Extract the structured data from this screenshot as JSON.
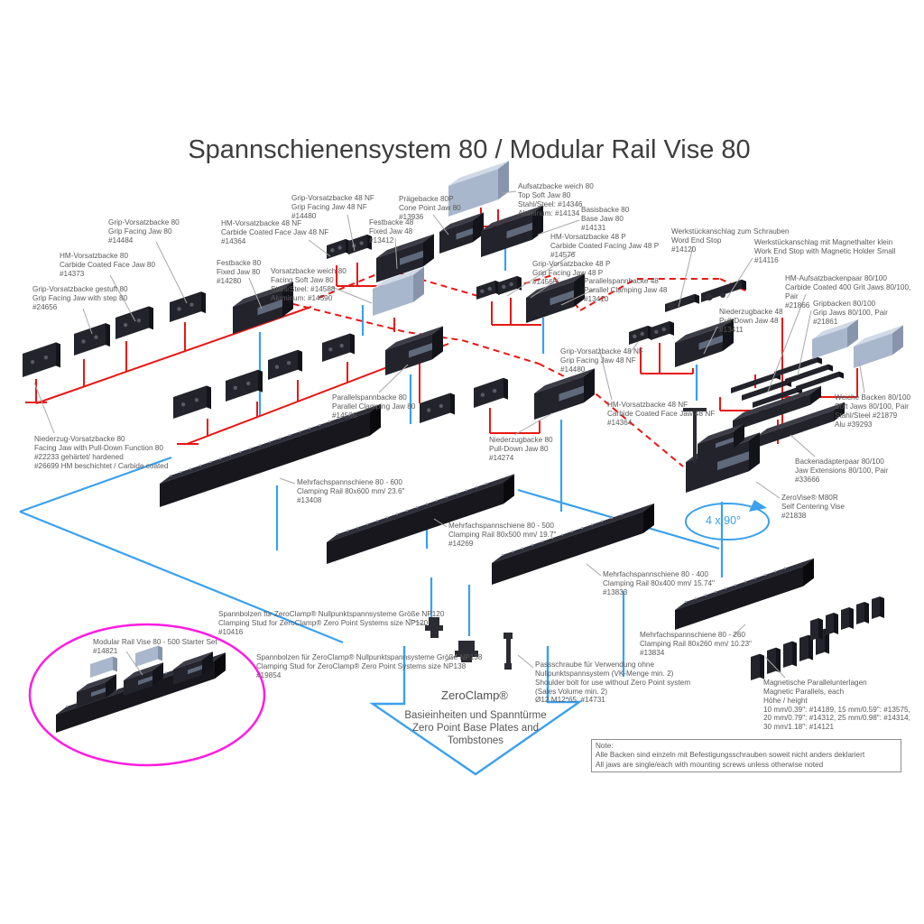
{
  "title": "Spannschienensystem 80 / Modular Rail Vise 80",
  "colors": {
    "red": "#e81713",
    "blue": "#3aa0ef",
    "magenta": "#ff1ce0",
    "label_gray": "#595959",
    "leader_gray": "#a8a8a8"
  },
  "note": {
    "text": "Note:\nAlle Backen sind einzeln mit Befestigungsschrauben soweit nicht anders deklariert\nAll jaws are single/each with mounting screws unless otherwise noted"
  },
  "diagram": {
    "labels": [
      {
        "name": "grip-facing-jaw-80",
        "text": "Grip-Vorsatzbacke 80\nGrip Facing Jaw 80\n#14484"
      },
      {
        "name": "carbide-face-jaw-80",
        "text": "HM-Vorsatzbacke 80\nCarbide Coated Face Jaw 80\n#14373"
      },
      {
        "name": "grip-facing-jaw-step-80",
        "text": "Grip-Vorsatzbacke gestuft 80\nGrip Facing Jaw with step 80\n#24656"
      },
      {
        "name": "carbide-face-jaw-48nf-a",
        "text": "HM-Vorsatzbacke 48 NF\nCarbide Coated Face Jaw 48 NF\n#14364"
      },
      {
        "name": "grip-facing-jaw-48nf-a",
        "text": "Grip-Vorsatzbacke 48 NF\nGrip Facing Jaw 48 NF\n#14480"
      },
      {
        "name": "fixed-jaw-48",
        "text": "Festbacke 48\nFixed Jaw 48\n#13412"
      },
      {
        "name": "cone-point-jaw-80",
        "text": "Prägebacke 80P\nCone Point Jaw 80\n#13936"
      },
      {
        "name": "fixed-jaw-80",
        "text": "Festbacke 80\nFixed Jaw 80\n#14280"
      },
      {
        "name": "facing-soft-jaw-80",
        "text": "Vorsatzbacke weich 80\nFacing Soft Jaw 80\nStahl/Steel: #14588\nAluminum: #14590"
      },
      {
        "name": "top-soft-jaw-80",
        "text": "Aufsatzbacke weich 80\nTop Soft Jaw 80\nStahl/Steel: #14346\nAluminum: #14134"
      },
      {
        "name": "base-jaw-80",
        "text": "Basisbacke 80\nBase Jaw 80\n#14131"
      },
      {
        "name": "carbide-facing-jaw-48p",
        "text": "HM-Vorsatzbacke 48 P\nCarbide Coated Facing Jaw 48 P\n#14576"
      },
      {
        "name": "grip-facing-jaw-48p",
        "text": "Grip-Vorsatzbacke 48 P\nGrip Facing Jaw 48 P\n#14565"
      },
      {
        "name": "parallel-clamping-jaw-48",
        "text": "Parallelspannbacke 48\nParallel Clamping Jaw 48\n#13410"
      },
      {
        "name": "work-end-stop",
        "text": "Werkstückanschlag zum Schrauben\nWord End Stop\n#14120"
      },
      {
        "name": "work-end-stop-magnetic",
        "text": "Werkstückanschlag mit Magnethalter klein\nWork End Stop with Magnetic Holder Small\n#14116"
      },
      {
        "name": "carbide-jaw-pair-80-100",
        "text": "HM-Aufsatzbackenpaar 80/100\nCarbide Coated 400 Grit Jaws 80/100, Pair\n#21866"
      },
      {
        "name": "grip-jaws-80-100",
        "text": "Gripbacken 80/100\nGrip Jaws 80/100, Pair\n#21861"
      },
      {
        "name": "pull-down-jaw-48",
        "text": "Niederzugbacke 48\nPull-Down Jaw 48\n#13411"
      },
      {
        "name": "grip-facing-jaw-48nf-b",
        "text": "Grip-Vorsatzbacke 48 NF\nGrip Facing Jaw 48 NF\n#14480"
      },
      {
        "name": "carbide-face-jaw-48nf-b",
        "text": "HM-Vorsatzbacke 48 NF\nCarbide Coated Face Jaw 48 NF\n#14364"
      },
      {
        "name": "soft-jaws-80-100",
        "text": "Weiche Backen 80/100\nSoft Jaws 80/100, Pair\nStahl/Steel #21879\nAlu #39293"
      },
      {
        "name": "jaw-extensions-80-100",
        "text": "Backenadapterpaar 80/100\nJaw Extensions 80/100, Pair\n#33666"
      },
      {
        "name": "zerovise-m80r",
        "text": "ZeroVise® M80R\nSelf Centering Vise\n#21838"
      },
      {
        "name": "pull-down-jaw-80",
        "text": "Niederzugbacke 80\nPull-Down Jaw 80\n#14274"
      },
      {
        "name": "parallel-clamping-jaw-80",
        "text": "Parallelspannbacke 80\nParallel Clamping Jaw 80\n#14536"
      },
      {
        "name": "pull-down-facing-jaw-80",
        "text": "Niederzug-Vorsatzbacke 80\nFacing Jaw with Pull-Down Function 80\n#22233 gehärtet/ hardened\n#26699 HM beschichtet / Carbide coated"
      },
      {
        "name": "clamping-rail-600",
        "text": "Mehrfachspannschiene 80 - 600\nClamping Rail 80x600 mm/ 23.6\"\n#13408"
      },
      {
        "name": "clamping-rail-500",
        "text": "Mehrfachspannschiene 80 - 500\nClamping Rail 80x500 mm/ 19.7\"\n#14269"
      },
      {
        "name": "clamping-rail-400",
        "text": "Mehrfachspannschiene 80 - 400\nClamping Rail 80x400 mm/ 15.74\"\n#13833"
      },
      {
        "name": "clamping-rail-260",
        "text": "Mehrfachspannschiene 80 - 260\nClamping Rail 80x260 mm/ 10.23\"\n#13834"
      },
      {
        "name": "magnetic-parallels",
        "text": "Magnetische Parallelunterlagen\nMagnetic Parallels, each\nHöhe / height\n10 mm/0.39\": #14189, 15 mm/0.59\": #13575,\n20 mm/0.79\": #14312, 25 mm/0.98\": #14314,\n30 mm/1.18\": #14121"
      },
      {
        "name": "starter-set",
        "text": "Modular Rail Vise 80 - 500 Starter Set\n#14821"
      },
      {
        "name": "clamping-stud-np120",
        "text": "Spannbolzen für ZeroClamp® Nullpunktspannsysteme Größe NP120\nClamping Stud for ZeroClamp® Zero Point Systems size NP120\n#10416"
      },
      {
        "name": "clamping-stud-np138",
        "text": "Spannbolzen für ZeroClamp® Nullpunktspannsysteme Größe NP138\nClamping Stud for ZeroClamp® Zero Point Systems size NP138\n#19854"
      },
      {
        "name": "shoulder-bolt",
        "text": "Passschraube für Verwendung ohne\nNullpunktspannsystem (VK-Menge min. 2)\nShoulder bolt for use without Zero Point system\n(Sales Volume min. 2)\nØ12 M12*65, #14731"
      },
      {
        "name": "zeroclamp-brand",
        "text": "ZeroClamp®"
      },
      {
        "name": "zero-point-baseplates",
        "text": "Basieinheiten und Spanntürme\nZero Point Base Plates and\nTombstones"
      },
      {
        "name": "rotation-callout",
        "text": "4 x 90°"
      }
    ]
  }
}
